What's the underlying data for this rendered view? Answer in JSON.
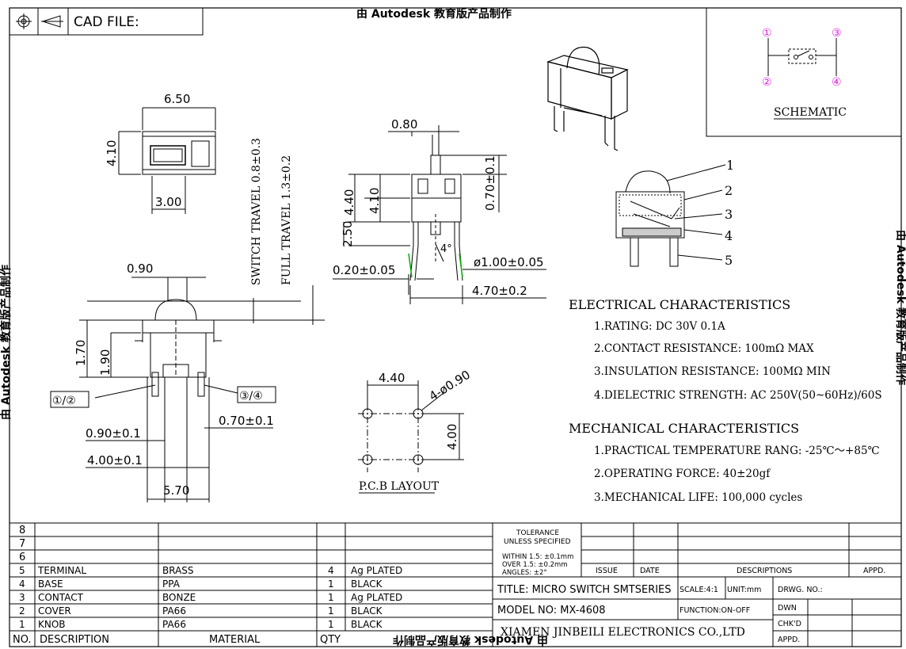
{
  "header": {
    "cad_file_label": "CAD FILE:",
    "watermark_top": "由 Autodesk 教育版产品制作"
  },
  "watermarks": {
    "left": "由 Autodesk 教育版产品制作",
    "right": "由 Autodesk 教育版产品制作",
    "bottom": "由 Autodesk 教育版产品制作"
  },
  "schematic": {
    "title": "SCHEMATIC",
    "pins": [
      "①",
      "②",
      "③",
      "④"
    ]
  },
  "top_view": {
    "width": "6.50",
    "height": "4.10",
    "button_width": "3.00"
  },
  "side_view": {
    "pin_width": "0.80",
    "body_height": "4.40",
    "inner_height": "4.10",
    "base_height": "2.50",
    "actuator_height": "0.70±0.1",
    "pin_thickness": "0.20±0.05",
    "pin_diameter": "ø1.00±0.05",
    "overall_width": "4.70±0.2",
    "angle": "4°"
  },
  "front_view": {
    "actuator_width": "0.90",
    "switch_travel": "SWITCH TRAVEL 0.8±0.3",
    "full_travel": "FULL TRAVEL 1.3±0.2",
    "dim_170": "1.70",
    "dim_190": "1.90",
    "pin_label_left": "①/②",
    "pin_label_right": "③/④",
    "dim_pin_right": "0.70±0.1",
    "dim_pin_left": "0.90±0.1",
    "dim_pitch": "4.00±0.1",
    "dim_width": "5.70"
  },
  "pcb_layout": {
    "title": "P.C.B LAYOUT",
    "hole_pitch_x": "4.40",
    "hole_pitch_y": "4.00",
    "hole_spec": "4-ø0.90"
  },
  "callouts": [
    "1",
    "2",
    "3",
    "4",
    "5"
  ],
  "electrical": {
    "heading": "ELECTRICAL CHARACTERISTICS",
    "items": [
      "1.RATING: DC 30V 0.1A",
      "2.CONTACT RESISTANCE: 100mΩ MAX",
      "3.INSULATION RESISTANCE: 100MΩ MIN",
      "4.DIELECTRIC STRENGTH: AC 250V(50~60Hz)/60S"
    ]
  },
  "mechanical": {
    "heading": "MECHANICAL CHARACTERISTICS",
    "items": [
      "1.PRACTICAL TEMPERATURE RANG: -25℃～+85℃",
      "2.OPERATING FORCE: 40±20gf",
      "3.MECHANICAL LIFE: 100,000 cycles"
    ]
  },
  "bom": {
    "headers": {
      "no": "NO.",
      "description": "DESCRIPTION",
      "material": "MATERIAL",
      "qty": "QTY"
    },
    "empty_rows": [
      "8",
      "7",
      "6"
    ],
    "rows": [
      {
        "no": "5",
        "description": "TERMINAL",
        "material": "BRASS",
        "qty": "4",
        "finish": "Ag PLATED"
      },
      {
        "no": "4",
        "description": "BASE",
        "material": "PPA",
        "qty": "1",
        "finish": "BLACK"
      },
      {
        "no": "3",
        "description": "CONTACT",
        "material": "BONZE",
        "qty": "1",
        "finish": "Ag PLATED"
      },
      {
        "no": "2",
        "description": "COVER",
        "material": "PA66",
        "qty": "1",
        "finish": "BLACK"
      },
      {
        "no": "1",
        "description": "KNOB",
        "material": "PA66",
        "qty": "1",
        "finish": "BLACK"
      }
    ]
  },
  "title_block": {
    "tolerance_heading": "TOLERANCE",
    "tolerance_sub": "UNLESS SPECIFIED",
    "tol_1": "WITHIN 1.5: ±0.1mm",
    "tol_2": "OVER 1.5:  ±0.2mm",
    "tol_3": "ANGLES: ±2°",
    "issue": "ISSUE",
    "date": "DATE",
    "descriptions": "DESCRIPTIONS",
    "appd": "APPD.",
    "title": "TITLE: MICRO SWITCH SMTSERIES",
    "scale": "SCALE:4:1",
    "unit": "UNIT:mm",
    "drwg_no": "DRWG. NO.:",
    "model": "MODEL NO: MX-4608",
    "function": "FUNCTION:ON-OFF",
    "dwn": "DWN",
    "company": "XIAMEN JINBEILI ELECTRONICS CO.,LTD",
    "chkd": "CHK'D",
    "appd2": "APPD."
  }
}
